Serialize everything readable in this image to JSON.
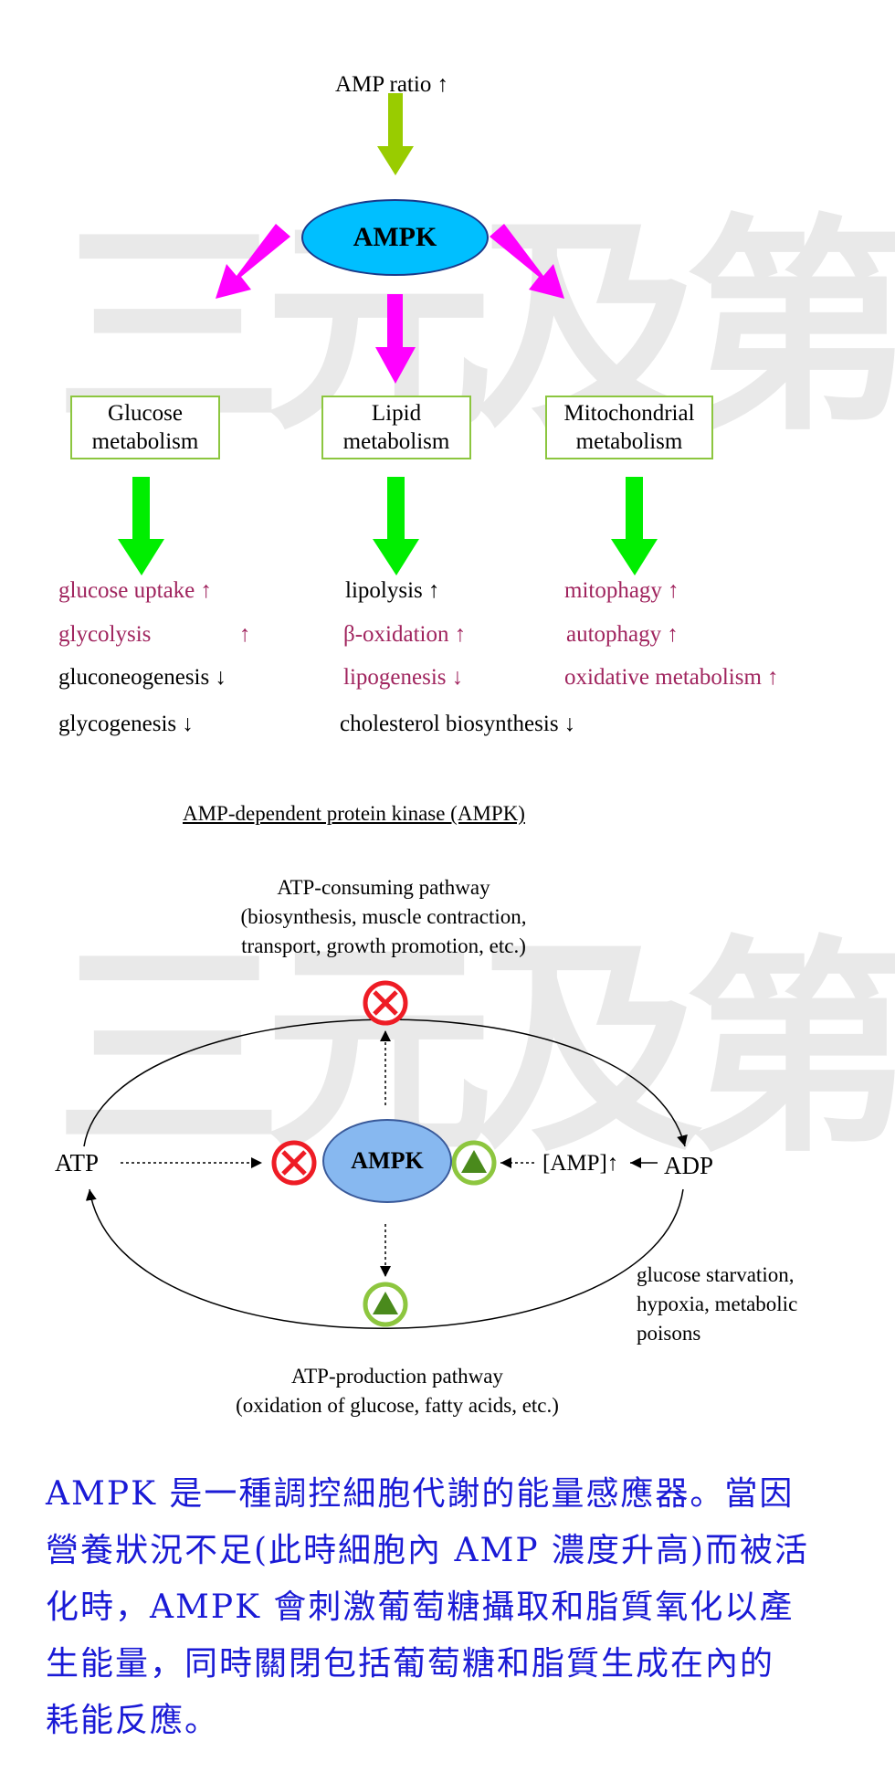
{
  "top_diagram": {
    "trigger": "AMP ratio ↑",
    "center": "AMPK",
    "categories": [
      {
        "line1": "Glucose",
        "line2": "metabolism"
      },
      {
        "line1": "Lipid",
        "line2": "metabolism"
      },
      {
        "line1": "Mitochondrial",
        "line2": "metabolism"
      }
    ],
    "effects": {
      "glucose": [
        "glucose uptake ↑",
        "glycolysis",
        "↑",
        "gluconeogenesis ↓",
        "glycogenesis ↓"
      ],
      "lipid": [
        "lipolysis ↑",
        "β-oxidation ↑",
        "lipogenesis ↓",
        "cholesterol biosynthesis ↓"
      ],
      "mito": [
        "mitophagy ↑",
        "autophagy ↑",
        "oxidative metabolism ↑"
      ]
    },
    "title": "AMP-dependent protein kinase (AMPK)",
    "colors": {
      "up_arrow": "#99cc00",
      "pink_arrow": "#ff00ff",
      "green_arrow": "#00ee00",
      "ampk_fill": "#00bfff",
      "box_border": "#8cc63f",
      "effect_text": "#a0245e"
    }
  },
  "cycle_diagram": {
    "consuming_title": "ATP-consuming pathway",
    "consuming_detail1": "(biosynthesis, muscle contraction,",
    "consuming_detail2": "transport, growth promotion, etc.)",
    "atp": "ATP",
    "adp": "ADP",
    "center": "AMPK",
    "amp": "[AMP]↑",
    "stress1": "glucose starvation,",
    "stress2": "hypoxia, metabolic",
    "stress3": "poisons",
    "production_title": "ATP-production pathway",
    "production_detail": "(oxidation of glucose, fatty acids, etc.)",
    "icons": [
      "inhibit-icon",
      "inhibit-icon",
      "activate-icon",
      "activate-icon"
    ],
    "colors": {
      "inhibit": "#ee1c25",
      "activate": "#8dc63f",
      "ampk_fill": "#87b8f0"
    }
  },
  "watermark": "三元及第",
  "caption": {
    "lines": [
      "AMPK 是一種調控細胞代謝的能量感應器。當因",
      "營養狀況不足(此時細胞內 AMP 濃度升高)而被活",
      "化時，AMPK 會刺激葡萄糖攝取和脂質氧化以產",
      "生能量，同時關閉包括葡萄糖和脂質生成在內的",
      "耗能反應。"
    ],
    "color": "#1a1ad6"
  }
}
